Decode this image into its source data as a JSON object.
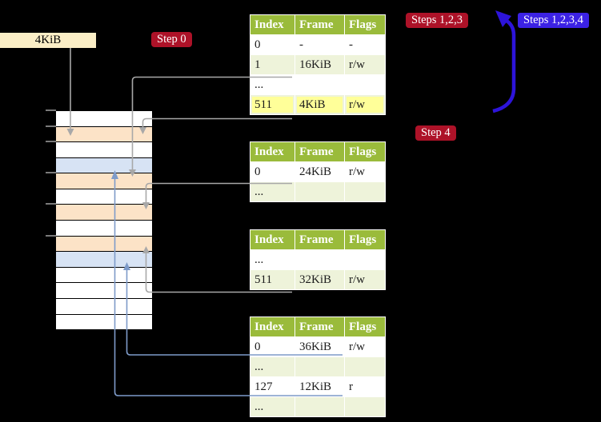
{
  "figure": {
    "cr3_label": "4KiB",
    "step_labels": {
      "step0": "Step 0",
      "steps123": "Steps 1,2,3",
      "steps1234": "Steps 1,2,3,4",
      "step4": "Step 4"
    }
  },
  "tables": [
    {
      "name": "level-4-page-table",
      "headers": [
        "Index",
        "Frame",
        "Flags"
      ],
      "rows": [
        {
          "cells": [
            "0",
            "-",
            "-"
          ],
          "highlight": false
        },
        {
          "cells": [
            "1",
            "16KiB",
            "r/w"
          ],
          "highlight": false
        },
        {
          "cells": [
            "...",
            "",
            ""
          ],
          "highlight": false
        },
        {
          "cells": [
            "511",
            "4KiB",
            "r/w"
          ],
          "highlight": true
        }
      ]
    },
    {
      "name": "level-3-page-table",
      "headers": [
        "Index",
        "Frame",
        "Flags"
      ],
      "rows": [
        {
          "cells": [
            "0",
            "24KiB",
            "r/w"
          ],
          "highlight": false
        },
        {
          "cells": [
            "...",
            "",
            ""
          ],
          "highlight": false
        }
      ]
    },
    {
      "name": "level-2-page-table",
      "headers": [
        "Index",
        "Frame",
        "Flags"
      ],
      "rows": [
        {
          "cells": [
            "...",
            "",
            ""
          ],
          "highlight": false
        },
        {
          "cells": [
            "511",
            "32KiB",
            "r/w"
          ],
          "highlight": false
        }
      ]
    },
    {
      "name": "level-1-page-table",
      "headers": [
        "Index",
        "Frame",
        "Flags"
      ],
      "rows": [
        {
          "cells": [
            "0",
            "36KiB",
            "r/w"
          ],
          "highlight": false
        },
        {
          "cells": [
            "...",
            "",
            ""
          ],
          "highlight": false
        },
        {
          "cells": [
            "127",
            "12KiB",
            "r"
          ],
          "highlight": false
        },
        {
          "cells": [
            "...",
            "",
            ""
          ],
          "highlight": false
        }
      ]
    }
  ],
  "memory_column": {
    "rows": [
      "free",
      "page_table",
      "free",
      "mapped_page",
      "page_table",
      "free",
      "page_table",
      "free",
      "page_table",
      "mapped_page",
      "free",
      "free",
      "free",
      "free"
    ],
    "tick_row_indices": [
      0,
      1,
      2,
      4,
      6,
      8
    ]
  },
  "colors": {
    "free_frame": "#ffffff",
    "page_table_frame": "#fce3c7",
    "mapped_page_frame": "#d7e3f4",
    "table_header": "#9abb3b",
    "table_row_alt": "#eef3da",
    "highlight": "#ffff99",
    "step_label": "#ad1228",
    "steps1234_label": "#3c22e4",
    "gray_arrow": "#a8a8a8",
    "page_arrow": "#7e9bc9",
    "loop_arrow": "#2d14da",
    "cr3_box": "#fbeec6"
  }
}
